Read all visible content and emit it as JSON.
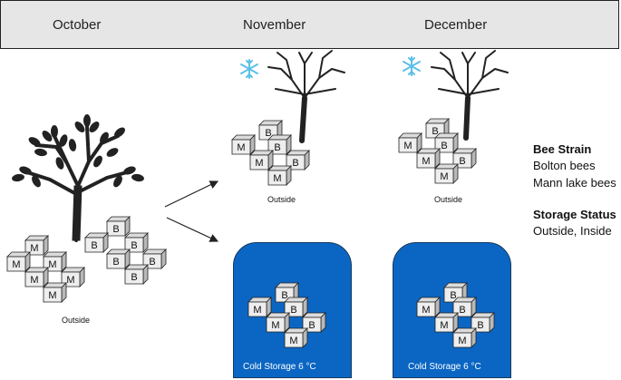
{
  "timeline": {
    "months": [
      "October",
      "November",
      "December"
    ]
  },
  "captions": {
    "oct_outside": "Outside",
    "nov_outside": "Outside",
    "dec_outside": "Outside"
  },
  "storage": {
    "nov_label": "Cold Storage  6 °C",
    "dec_label": "Cold Storage  6 °C"
  },
  "legend": {
    "strain_heading": "Bee Strain",
    "strain_items": [
      "Bolton bees",
      "Mann lake bees"
    ],
    "status_heading": "Storage Status",
    "status_text": "Outside, Inside"
  },
  "hive_letters": {
    "bolton": "B",
    "mann_lake": "M"
  },
  "icons": {
    "tree": "tree-icon",
    "bare_tree": "bare-tree-icon",
    "snowflake": "snowflake-icon"
  },
  "colors": {
    "storage_blue": "#0b66c3",
    "box_face": "#eeeeee",
    "snowflake": "#5bc0e8",
    "timeline_bg": "#e6e6e6"
  }
}
